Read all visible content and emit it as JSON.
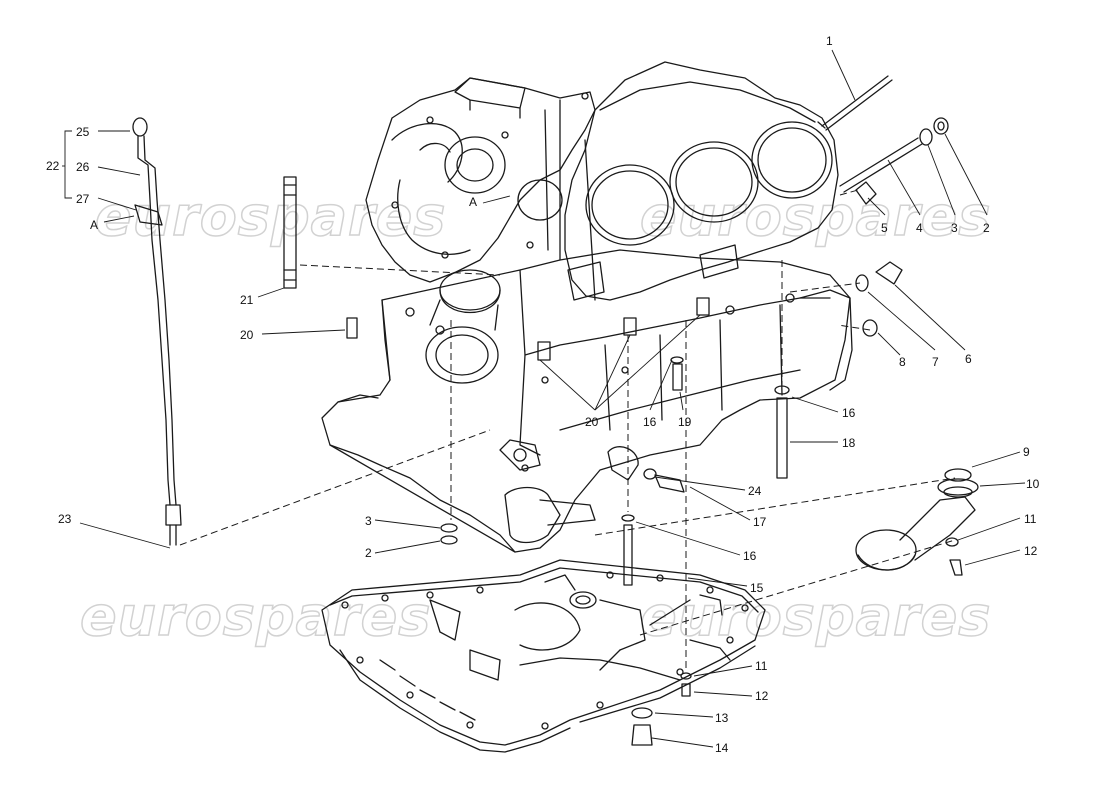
{
  "watermarks": [
    "eurospares",
    "eurospares",
    "eurospares",
    "eurospares"
  ],
  "callouts": {
    "n1": "1",
    "n2a": "2",
    "n3a": "3",
    "n4": "4",
    "n5": "5",
    "n6": "6",
    "n7": "7",
    "n8": "8",
    "n9": "9",
    "n10": "10",
    "n11a": "11",
    "n12a": "12",
    "n2b": "2",
    "n3b": "3",
    "n11b": "11",
    "n12b": "12",
    "n13": "13",
    "n14": "14",
    "n15": "15",
    "n16a": "16",
    "n16b": "16",
    "n16c": "16",
    "n17": "17",
    "n18": "18",
    "n19": "19",
    "n20a": "20",
    "n20b": "20",
    "n21": "21",
    "n22": "22",
    "n23": "23",
    "n24": "24",
    "n25": "25",
    "n26": "26",
    "n27": "27",
    "refA1": "A",
    "refA2": "A"
  },
  "colors": {
    "line": "#1a1a1a",
    "watermark": "#d2d2d2",
    "background": "#ffffff"
  }
}
